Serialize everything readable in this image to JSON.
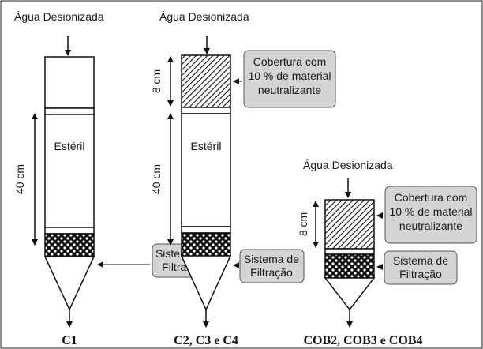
{
  "water_label": "Água Desionizada",
  "sterile_label": "Estéril",
  "dim_40": "40 cm",
  "dim_8": "8 cm",
  "cover_box": [
    "Cobertura com",
    "10 % de material",
    "neutralizante"
  ],
  "filter_box": [
    "Sistema de",
    "Filtração"
  ],
  "captions": {
    "c1": "C1",
    "c2": "C2, C3 e C4",
    "cob": "COB2, COB3 e COB4"
  },
  "colors": {
    "callout_fill": "#d4d4d4",
    "outline": "#111111"
  }
}
